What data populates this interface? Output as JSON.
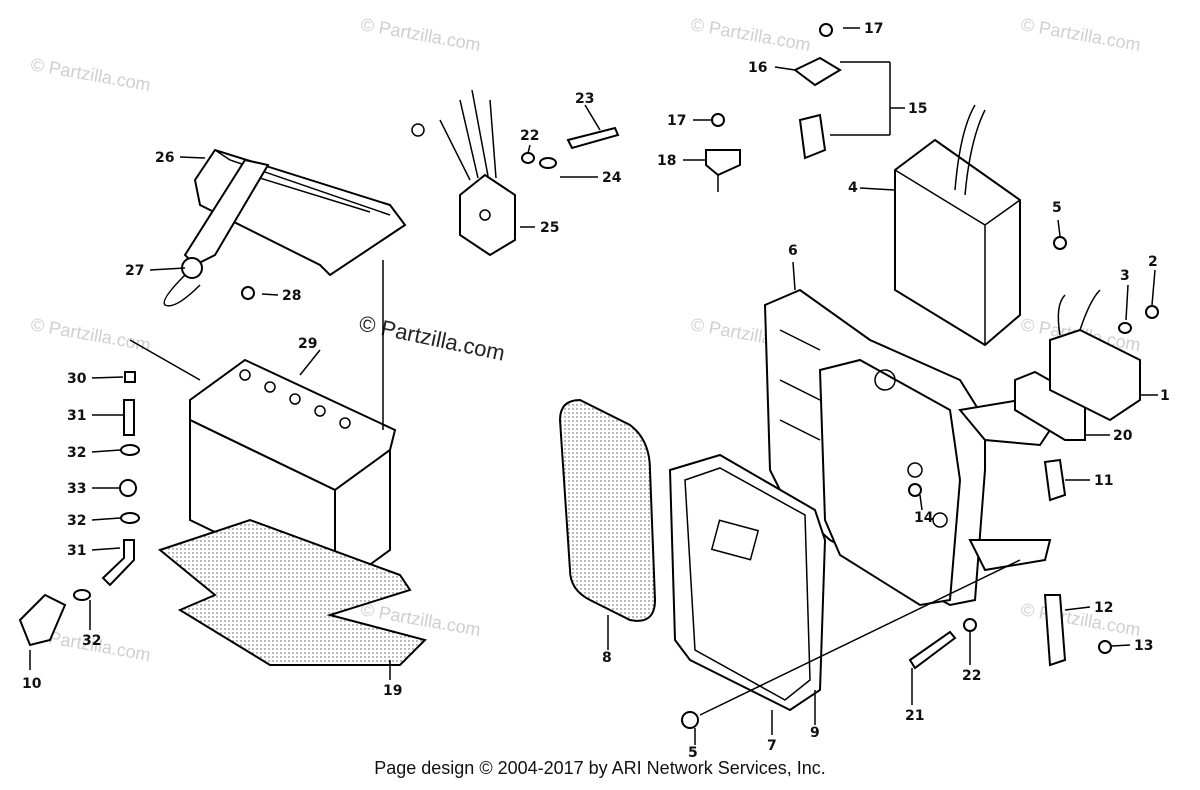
{
  "watermark_text": "© Partzilla.com",
  "footer_text": "Page design © 2004-2017 by ARI Network Services, Inc.",
  "callouts": [
    "1",
    "2",
    "3",
    "4",
    "5",
    "5",
    "6",
    "7",
    "8",
    "9",
    "10",
    "11",
    "12",
    "13",
    "14",
    "15",
    "16",
    "17",
    "17",
    "18",
    "19",
    "20",
    "21",
    "22",
    "22",
    "23",
    "24",
    "25",
    "26",
    "27",
    "28",
    "29",
    "30",
    "31",
    "31",
    "32",
    "32",
    "32",
    "33"
  ]
}
